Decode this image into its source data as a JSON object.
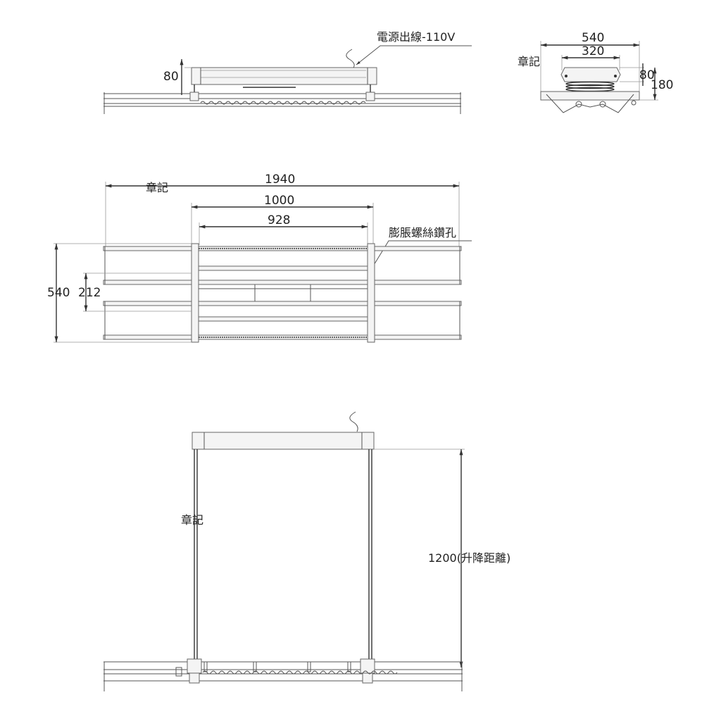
{
  "elevation_view": {
    "height_dim": "80",
    "power_label": "電源出線-110V"
  },
  "side_view": {
    "stamp": "章記",
    "width_dim": "540",
    "plate_dim": "320",
    "height_dim_small": "80",
    "height_dim_total": "180"
  },
  "plan_view": {
    "stamp": "章記",
    "overall_length": "1940",
    "frame_length": "1000",
    "inner_length": "928",
    "anchor_label": "膨脹螺絲鑽孔",
    "overall_width": "540",
    "inner_width": "212"
  },
  "lift_view": {
    "stamp": "章記",
    "lift_distance": "1200(升降距離)"
  }
}
